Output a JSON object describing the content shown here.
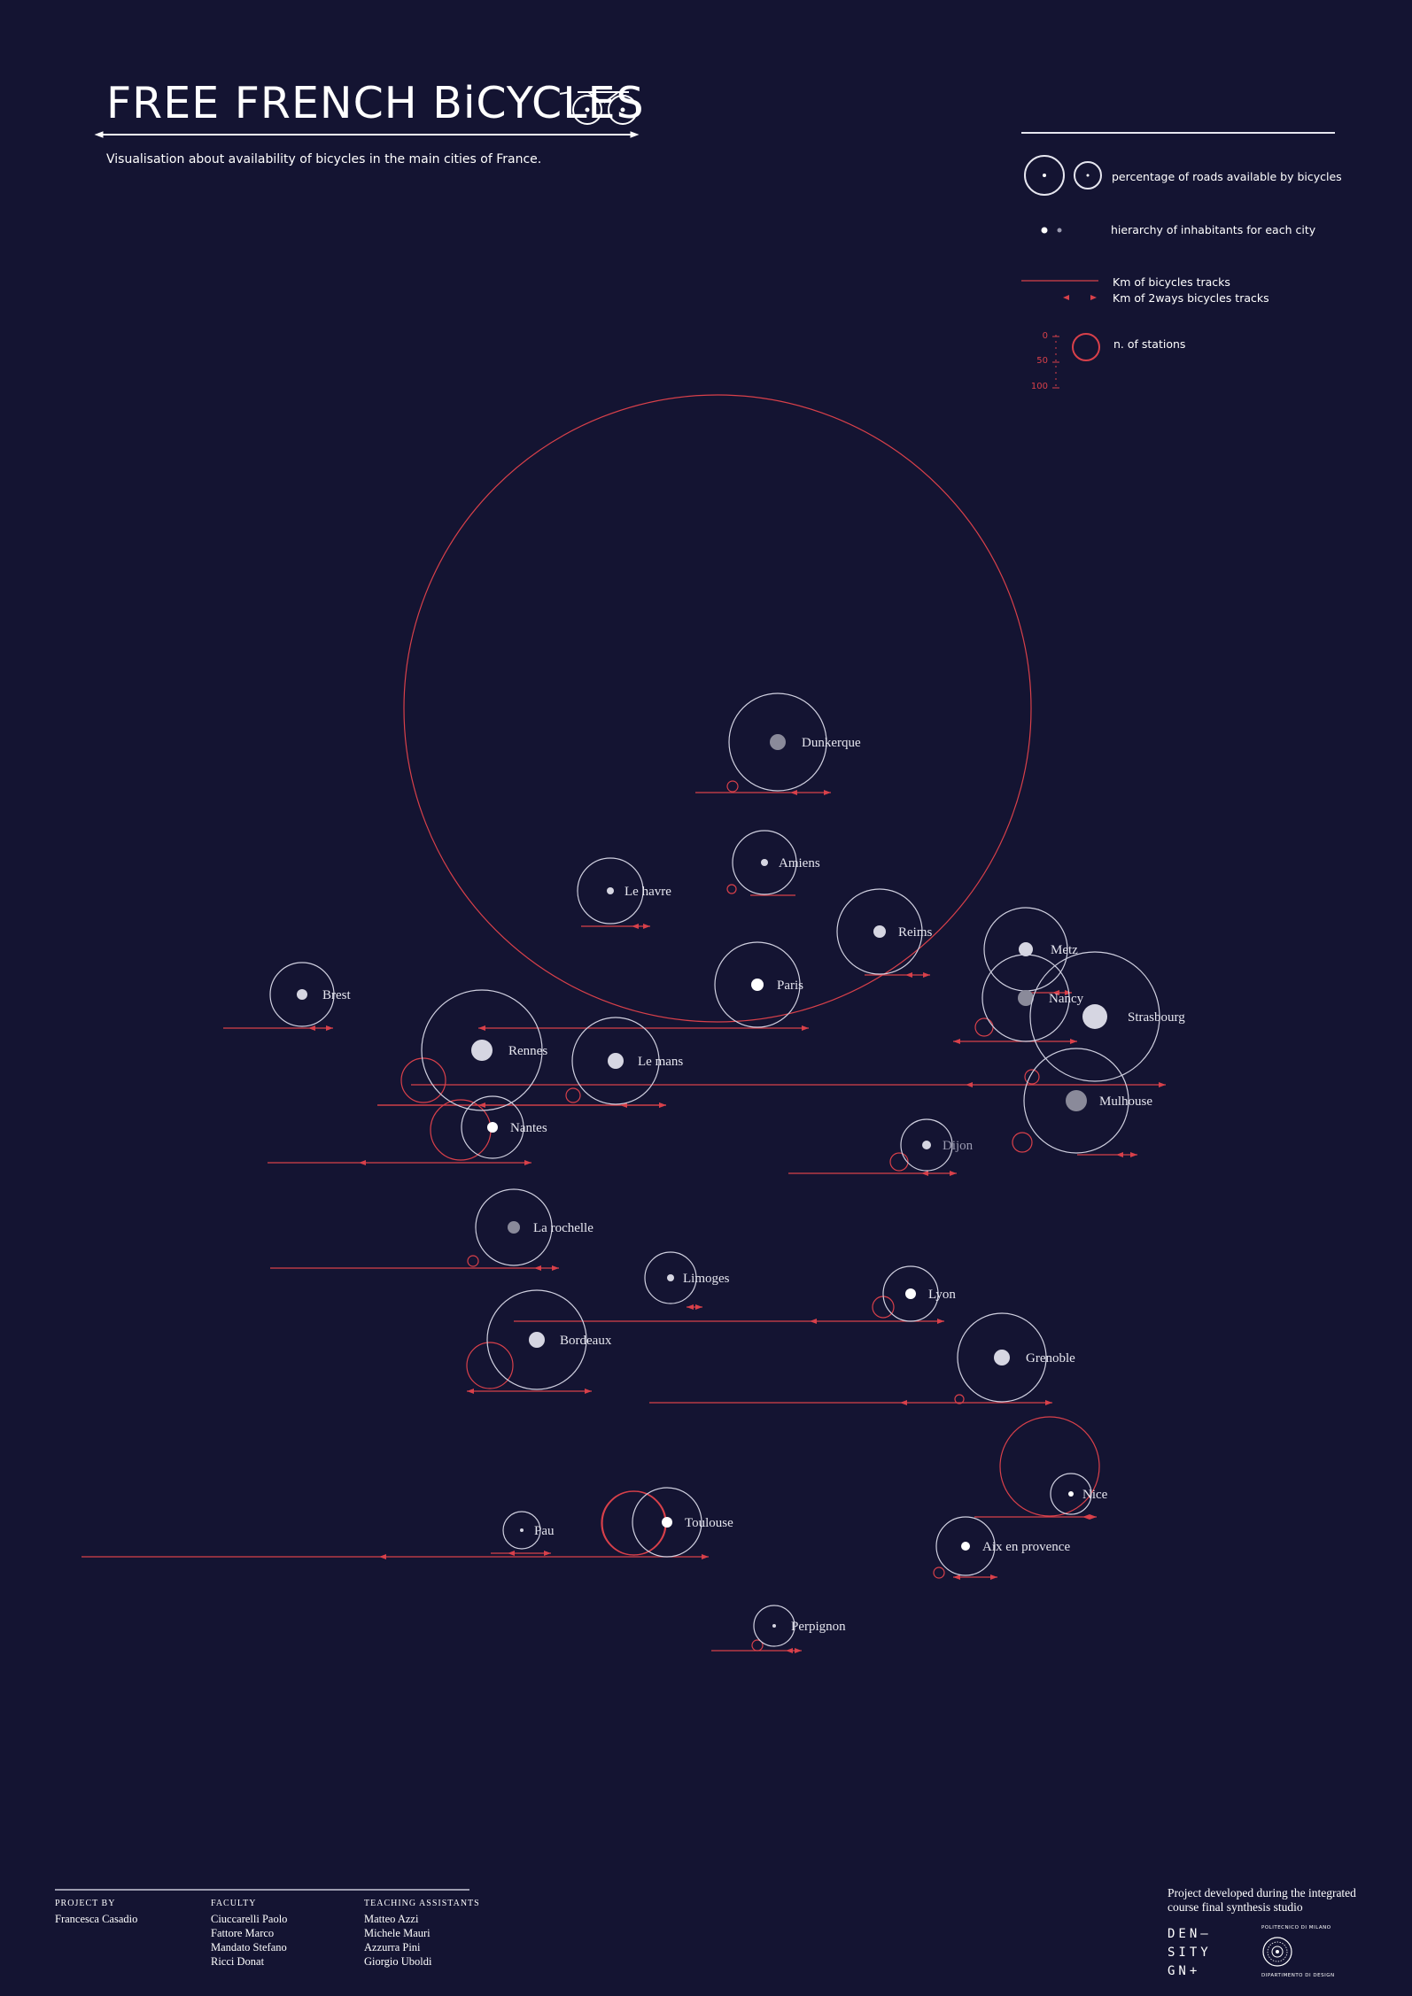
{
  "title": "FREE FRENCH BiCYCLES",
  "subtitle": "Visualisation about availability of bicycles in the main cities of France.",
  "legend": {
    "roads": "percentage of roads available by bicycles",
    "inhabitants": "hierarchy of inhabitants for each city",
    "tracks": "Km of bicycles tracks",
    "two_ways": "Km of 2ways bicycles tracks",
    "stations": "n. of stations",
    "scale": [
      "0",
      "50",
      "100"
    ]
  },
  "colors": {
    "background": "#141432",
    "circle": "#d0d0e0",
    "accent": "#d8404a"
  },
  "chart_data": {
    "type": "scatter",
    "title": "FREE FRENCH BiCYCLES",
    "cities": [
      {
        "name": "Dunkerque",
        "dot": "gray",
        "dim": false
      },
      {
        "name": "Amiens",
        "dot": "light",
        "dim": false
      },
      {
        "name": "Le havre",
        "dot": "light",
        "dim": false
      },
      {
        "name": "Reims",
        "dot": "light",
        "dim": false
      },
      {
        "name": "Metz",
        "dot": "light",
        "dim": false
      },
      {
        "name": "Brest",
        "dot": "light",
        "dim": false
      },
      {
        "name": "Paris",
        "dot": "white",
        "dim": false
      },
      {
        "name": "Nancy",
        "dot": "gray",
        "dim": false
      },
      {
        "name": "Strasbourg",
        "dot": "light",
        "dim": false
      },
      {
        "name": "Rennes",
        "dot": "light",
        "dim": false
      },
      {
        "name": "Le mans",
        "dot": "light",
        "dim": false
      },
      {
        "name": "Mulhouse",
        "dot": "gray",
        "dim": false
      },
      {
        "name": "Nantes",
        "dot": "white",
        "dim": false
      },
      {
        "name": "Dijon",
        "dot": "light",
        "dim": true
      },
      {
        "name": "La rochelle",
        "dot": "gray",
        "dim": false
      },
      {
        "name": "Limoges",
        "dot": "light",
        "dim": false
      },
      {
        "name": "Lyon",
        "dot": "white",
        "dim": false
      },
      {
        "name": "Bordeaux",
        "dot": "light",
        "dim": false
      },
      {
        "name": "Grenoble",
        "dot": "light",
        "dim": false
      },
      {
        "name": "Nice",
        "dot": "white",
        "dim": false
      },
      {
        "name": "Pau",
        "dot": "light",
        "dim": false
      },
      {
        "name": "Toulouse",
        "dot": "white",
        "dim": false
      },
      {
        "name": "Aix en provence",
        "dot": "white",
        "dim": false
      },
      {
        "name": "Perpignon",
        "dot": "light",
        "dim": false
      }
    ]
  },
  "footer": {
    "project_by_heading": "PROJECT BY",
    "project_by": "Francesca Casadio",
    "faculty_heading": "FACULTY",
    "faculty": [
      "Ciuccarelli Paolo",
      "Fattore Marco",
      "Mandato Stefano",
      "Ricci Donat"
    ],
    "assistants_heading": "TEACHING ASSISTANTS",
    "assistants": [
      "Matteo Azzi",
      "Michele Mauri",
      "Azzurra Pini",
      "Giorgio Uboldi"
    ],
    "note_line1": "Project developed during the integrated",
    "note_line2": "course final synthesis studio",
    "density_logo": [
      "DEN–",
      "SITY",
      "GN+"
    ],
    "polimi_top": "POLITECNICO DI MILANO",
    "polimi_bottom": "DIPARTIMENTO DI DESIGN"
  }
}
